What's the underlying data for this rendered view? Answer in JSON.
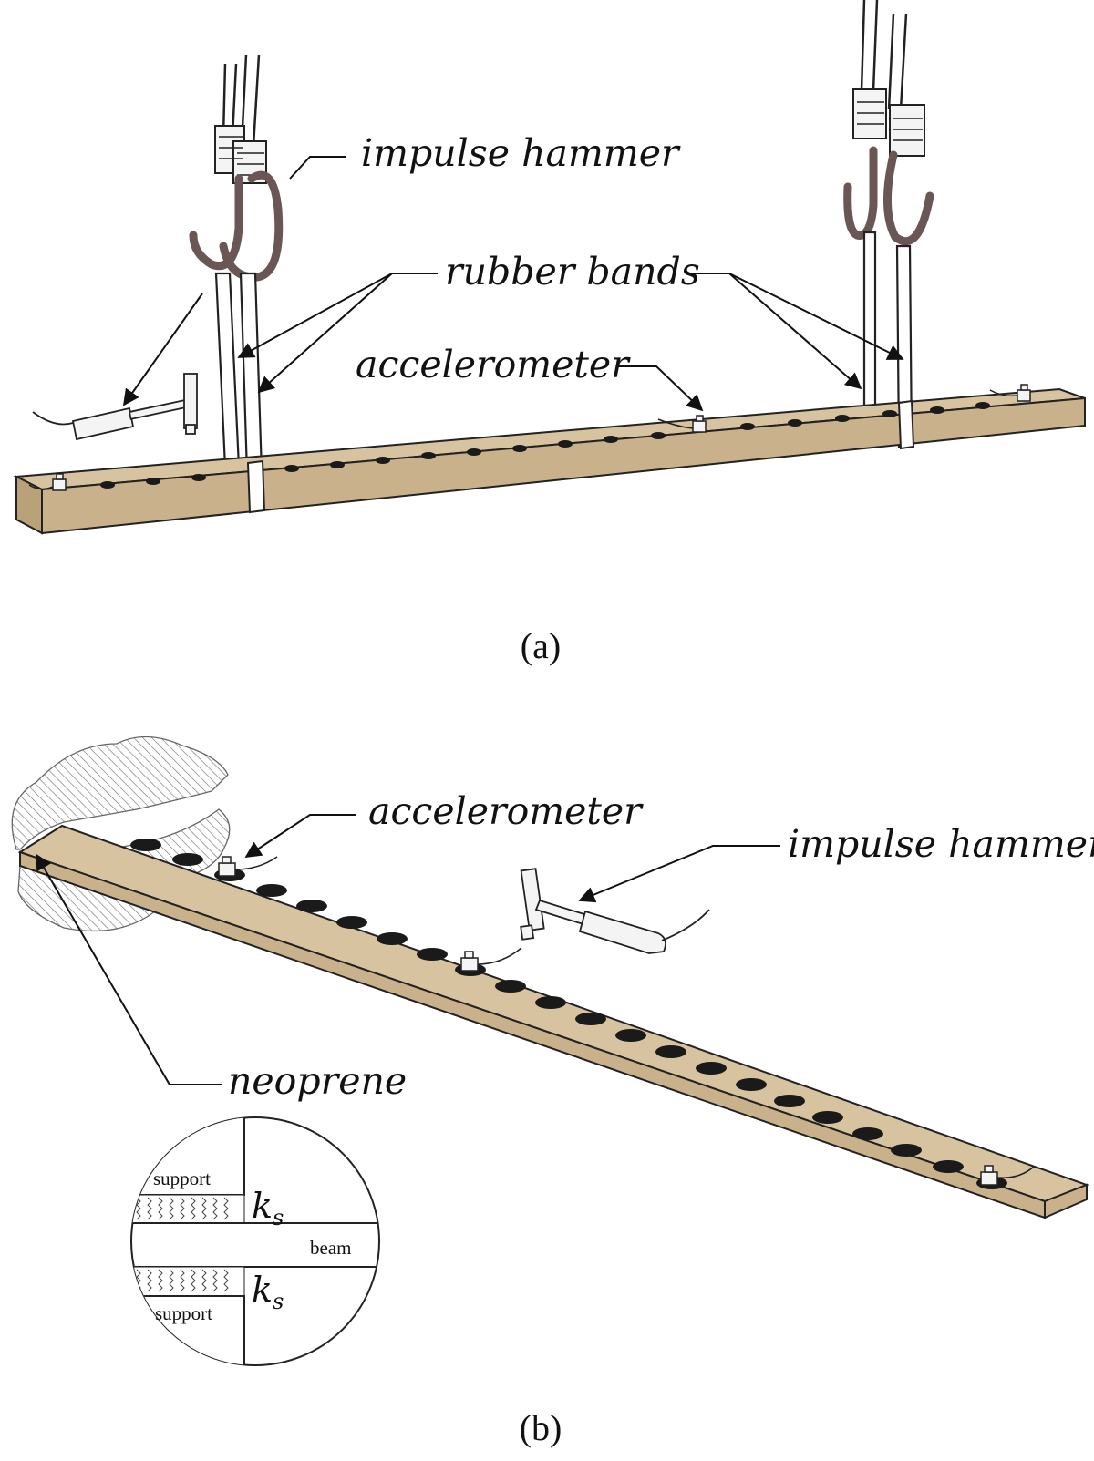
{
  "panel_a": {
    "labels": {
      "impulse_hammer": "impulse hammer",
      "rubber_bands": "rubber bands",
      "accelerometer": "accelerometer"
    },
    "caption": "(a)"
  },
  "panel_b": {
    "labels": {
      "accelerometer": "accelerometer",
      "impulse_hammer": "impulse hammer",
      "neoprene": "neoprene"
    },
    "inset": {
      "support_top": "support",
      "support_bottom": "support",
      "beam": "beam",
      "spring_symbol": "k",
      "spring_subscript": "s"
    },
    "caption": "(b)"
  },
  "colors": {
    "beam_top": "#d8c3a0",
    "beam_side": "#c9b28b",
    "hook": "#6b5656",
    "hole": "#1a1a1a",
    "line": "#111111"
  }
}
